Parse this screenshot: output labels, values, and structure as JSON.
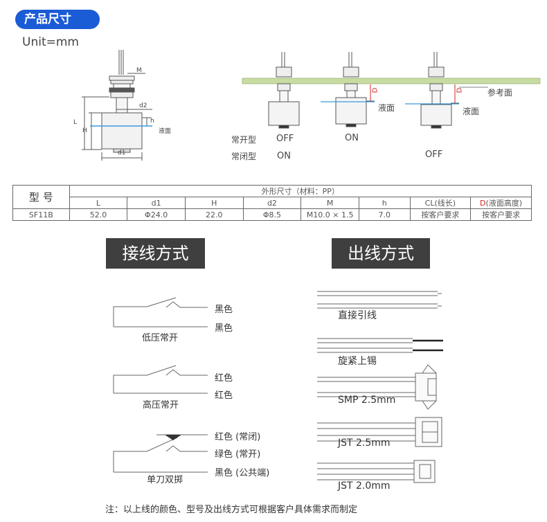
{
  "header": {
    "badge": "产品尺寸",
    "unit": "Unit=mm"
  },
  "dim_drawing": {
    "M": "M",
    "d2": "d2",
    "L": "L",
    "H": "H",
    "h": "h",
    "d1": "d1",
    "liquid": "液面"
  },
  "install_drawing": {
    "ref_surface": "参考面",
    "liquid1": "液面",
    "liquid2": "液面",
    "row1_label": "常开型",
    "row2_label": "常闭型",
    "f1_r1": "OFF",
    "f1_r2": "ON",
    "f2_r1": "ON",
    "f3_r2": "OFF",
    "D1": "D",
    "D2": "D"
  },
  "spec_table": {
    "model_header": "型 号",
    "group_header": "外形尺寸（材料：PP）",
    "columns": [
      "L",
      "d1",
      "H",
      "d2",
      "M",
      "h"
    ],
    "cl_header": "CL(线长)",
    "d_header_prefix": "D",
    "d_header_suffix": "(液面高度)",
    "row": [
      "SF11B",
      "52.0",
      "Φ24.0",
      "22.0",
      "Φ8.5",
      "M10.0 × 1.5",
      "7.0",
      "按客户要求",
      "按客户要求"
    ]
  },
  "wiring": {
    "title": "接线方式",
    "t1_a": "黑色",
    "t1_b": "黑色",
    "t1_caption": "低压常开",
    "t2_a": "红色",
    "t2_b": "红色",
    "t2_caption": "高压常开",
    "t3_a": "红色 (常闭)",
    "t3_b": "绿色 (常开)",
    "t3_c": "黑色 (公共端)",
    "t3_caption": "单刀双掷"
  },
  "outlet": {
    "title": "出线方式",
    "items": [
      "直接引线",
      "旋紧上锡",
      "SMP 2.5mm",
      "JST 2.5mm",
      "JST 2.0mm"
    ]
  },
  "note": "注：以上线的颜色、型号及出线方式可根据客户具体需求而制定",
  "colors": {
    "badge": "#1a5bd6",
    "dark_header": "#3f3f3f",
    "board": "#c7dca2",
    "liquid_line": "#3a9bd9",
    "dim_red": "#d22222"
  }
}
